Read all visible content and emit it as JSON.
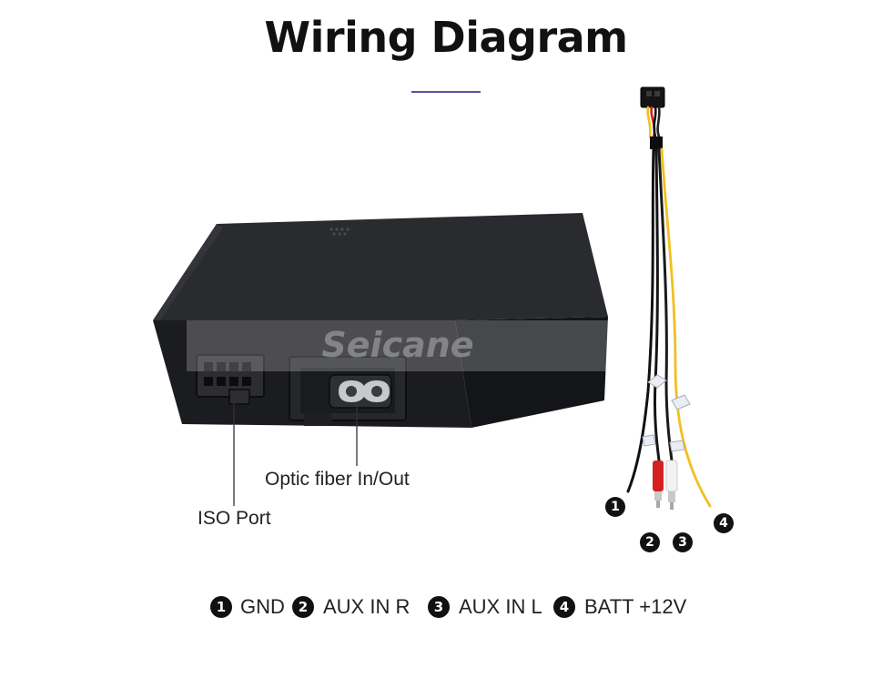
{
  "title": "Wiring Diagram",
  "watermark": "Seicane",
  "labels": {
    "optic": "Optic fiber In/Out",
    "iso": "ISO Port"
  },
  "wire_badges": [
    "1",
    "2",
    "3",
    "4"
  ],
  "legend": [
    {
      "num": "1",
      "text": "GND"
    },
    {
      "num": "2",
      "text": "AUX IN R"
    },
    {
      "num": "3",
      "text": "AUX IN L"
    },
    {
      "num": "4",
      "text": "BATT +12V"
    }
  ],
  "colors": {
    "box": "#1c1d20",
    "accent_rule": "#5b4fa3",
    "wire_yellow": "#f0c020",
    "rca_red": "#d42020",
    "rca_white": "#f2f2f2"
  }
}
